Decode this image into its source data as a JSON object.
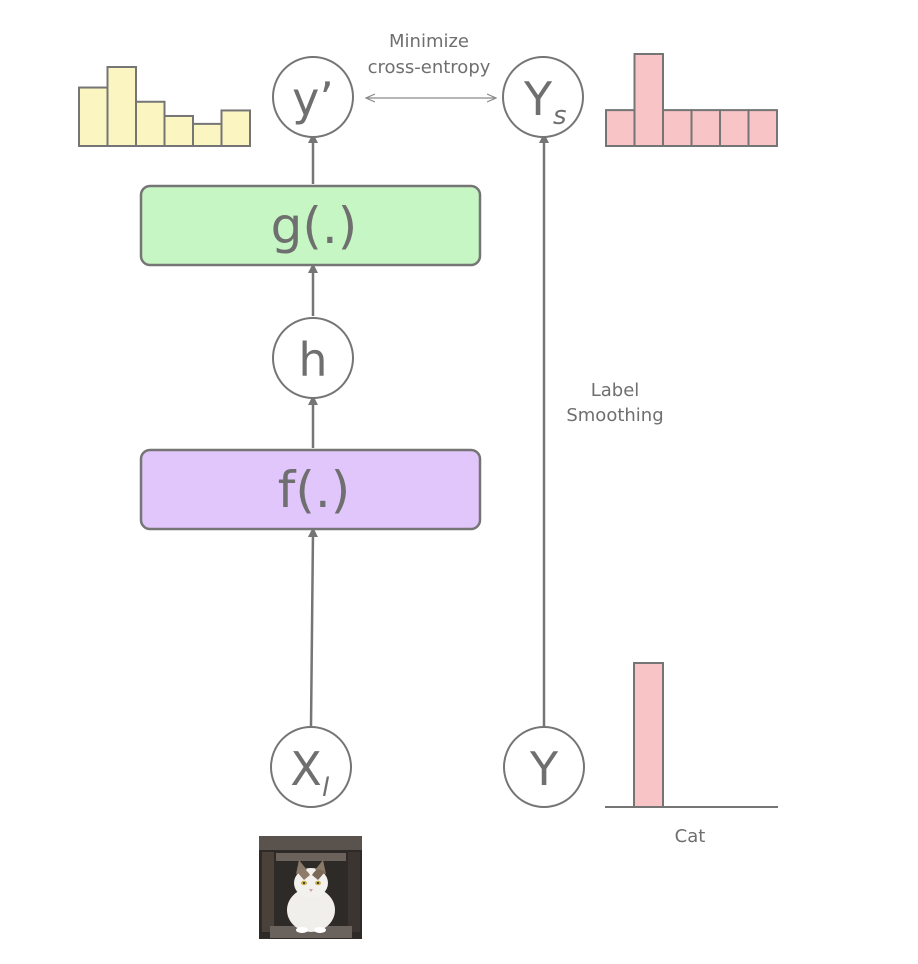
{
  "nodes": {
    "y_prime": "y’",
    "y_smooth_main": "Y",
    "y_smooth_sub": "s",
    "h": "h",
    "x_main": "X",
    "x_sub": "l",
    "y_true": "Y"
  },
  "blocks": {
    "g": "g(.)",
    "f": "f(.)"
  },
  "annotations": {
    "minimize_line1": "Minimize",
    "minimize_line2": "cross-entropy",
    "label_smoothing_line1": "Label",
    "label_smoothing_line2": "Smoothing",
    "cat_label": "Cat"
  },
  "colors": {
    "stroke": "#757575",
    "g_fill": "#c6f6c4",
    "f_fill": "#e1c6fb",
    "pred_hist_fill": "#fbf5c2",
    "target_hist_fill": "#f8c4c5",
    "text": "#6f6f6f"
  },
  "histograms": {
    "prediction": [
      0.74,
      1.0,
      0.56,
      0.38,
      0.28,
      0.45
    ],
    "smoothed_target": [
      0.39,
      1.0,
      0.39,
      0.39,
      0.39,
      0.39
    ],
    "one_hot": [
      1,
      0,
      0,
      0,
      0
    ]
  },
  "image": {
    "icon": "cat-photo"
  }
}
